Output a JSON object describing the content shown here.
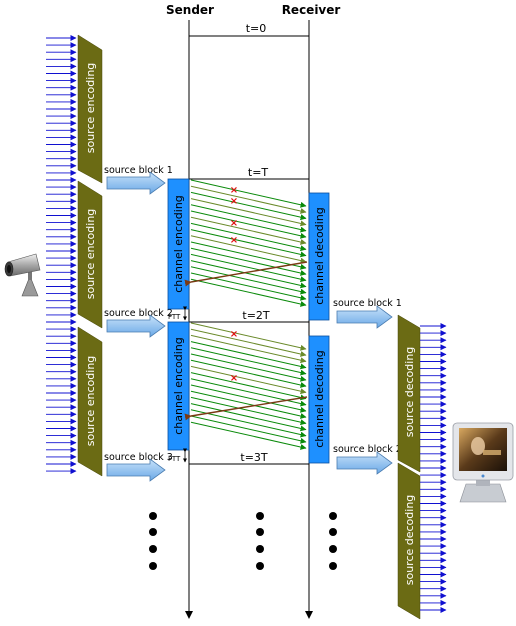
{
  "header": {
    "sender": "Sender",
    "receiver": "Receiver"
  },
  "time_labels": [
    "t=0",
    "t=T",
    "t=2T",
    "t=3T"
  ],
  "ftt_label": "FTT",
  "source_encoding_label": "source encoding",
  "source_decoding_label": "source decoding",
  "channel_encoding_label": "channel encoding",
  "channel_decoding_label": "channel decoding",
  "sender_blocks": [
    "source block 1",
    "source block 2",
    "source block 3"
  ],
  "receiver_blocks": [
    "source block 1",
    "source block 2"
  ],
  "icons": {
    "input": "camera-icon",
    "output": "monitor-icon"
  },
  "colors": {
    "arrow_blue": "#1010d0",
    "olive": "#6b6b14",
    "channel_blue": "#1e90ff",
    "green": "#0a8a0a",
    "lost_green": "#6a8a2a",
    "feedback_brown": "#7a3a14",
    "loss_red": "#e01010",
    "block_arrow": "#8cc0f0"
  }
}
